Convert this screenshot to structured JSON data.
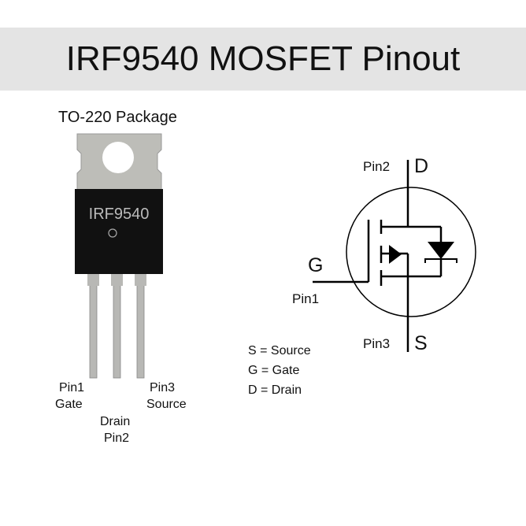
{
  "title": "IRF9540 MOSFET Pinout",
  "package": {
    "label": "TO-220 Package",
    "marking": "IRF9540",
    "pins": [
      {
        "pin": "Pin1",
        "name": "Gate"
      },
      {
        "pin": "Pin2",
        "name": "Drain"
      },
      {
        "pin": "Pin3",
        "name": "Source"
      }
    ]
  },
  "symbol": {
    "drain_pin": "Pin2",
    "drain": "D",
    "gate_pin": "Pin1",
    "gate": "G",
    "source_pin": "Pin3",
    "source": "S"
  },
  "legend": [
    "S = Source",
    "G = Gate",
    "D = Drain"
  ]
}
